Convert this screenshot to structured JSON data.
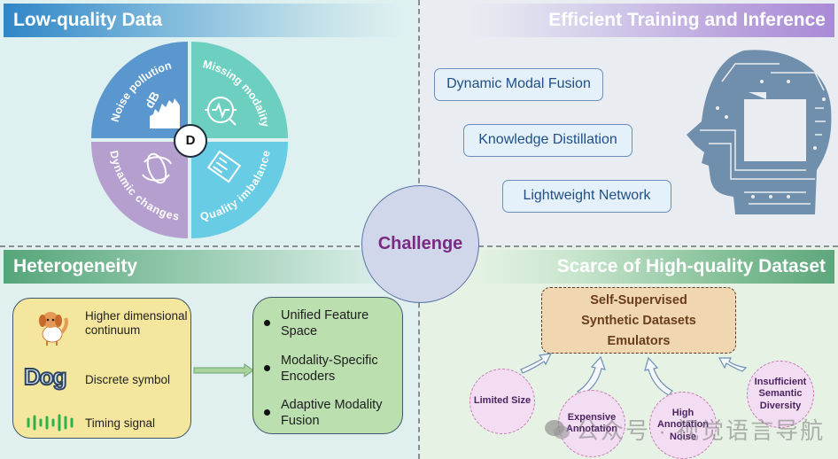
{
  "title": "Challenge",
  "center_label": "Challenge",
  "quadrants": {
    "low_quality_data": {
      "title": "Low-quality Data",
      "center_badge": "D",
      "segments": [
        {
          "label": "Noise pollution",
          "icon": "decibel-noise-icon",
          "color": "#5b97cf"
        },
        {
          "label": "Missing modality",
          "icon": "signal-magnifier-icon",
          "color": "#6ccfc0"
        },
        {
          "label": "Dynamic changes",
          "icon": "rotate-arrows-icon",
          "color": "#b49fcf"
        },
        {
          "label": "Quality imbalance",
          "icon": "checklist-clipboard-icon",
          "color": "#67cce4"
        }
      ]
    },
    "efficient_training": {
      "title": "Efficient Training and Inference",
      "items": [
        "Dynamic Modal Fusion",
        "Knowledge Distillation",
        "Lightweight Network"
      ],
      "illustration": "circuit-head-icon"
    },
    "heterogeneity": {
      "title": "Heterogeneity",
      "modalities": [
        {
          "icon": "dog-image-icon",
          "label": "Higher dimensional continuum"
        },
        {
          "icon": "dog-word-icon",
          "icon_text": "Dog",
          "label": "Discrete symbol"
        },
        {
          "icon": "waveform-icon",
          "label": "Timing signal"
        }
      ],
      "solutions": [
        "Unified Feature Space",
        "Modality-Specific Encoders",
        "Adaptive Modality Fusion"
      ]
    },
    "scarce_dataset": {
      "title": "Scarce of High-quality Dataset",
      "solution_lines": [
        "Self-Supervised",
        "Synthetic Datasets",
        "Emulators"
      ],
      "causes": [
        "Limited Size",
        "Expensive Annotation",
        "High Annotation Noise",
        "Insufficient Semantic Diversity"
      ]
    }
  },
  "watermark": "公众号 · 视觉语言导航"
}
